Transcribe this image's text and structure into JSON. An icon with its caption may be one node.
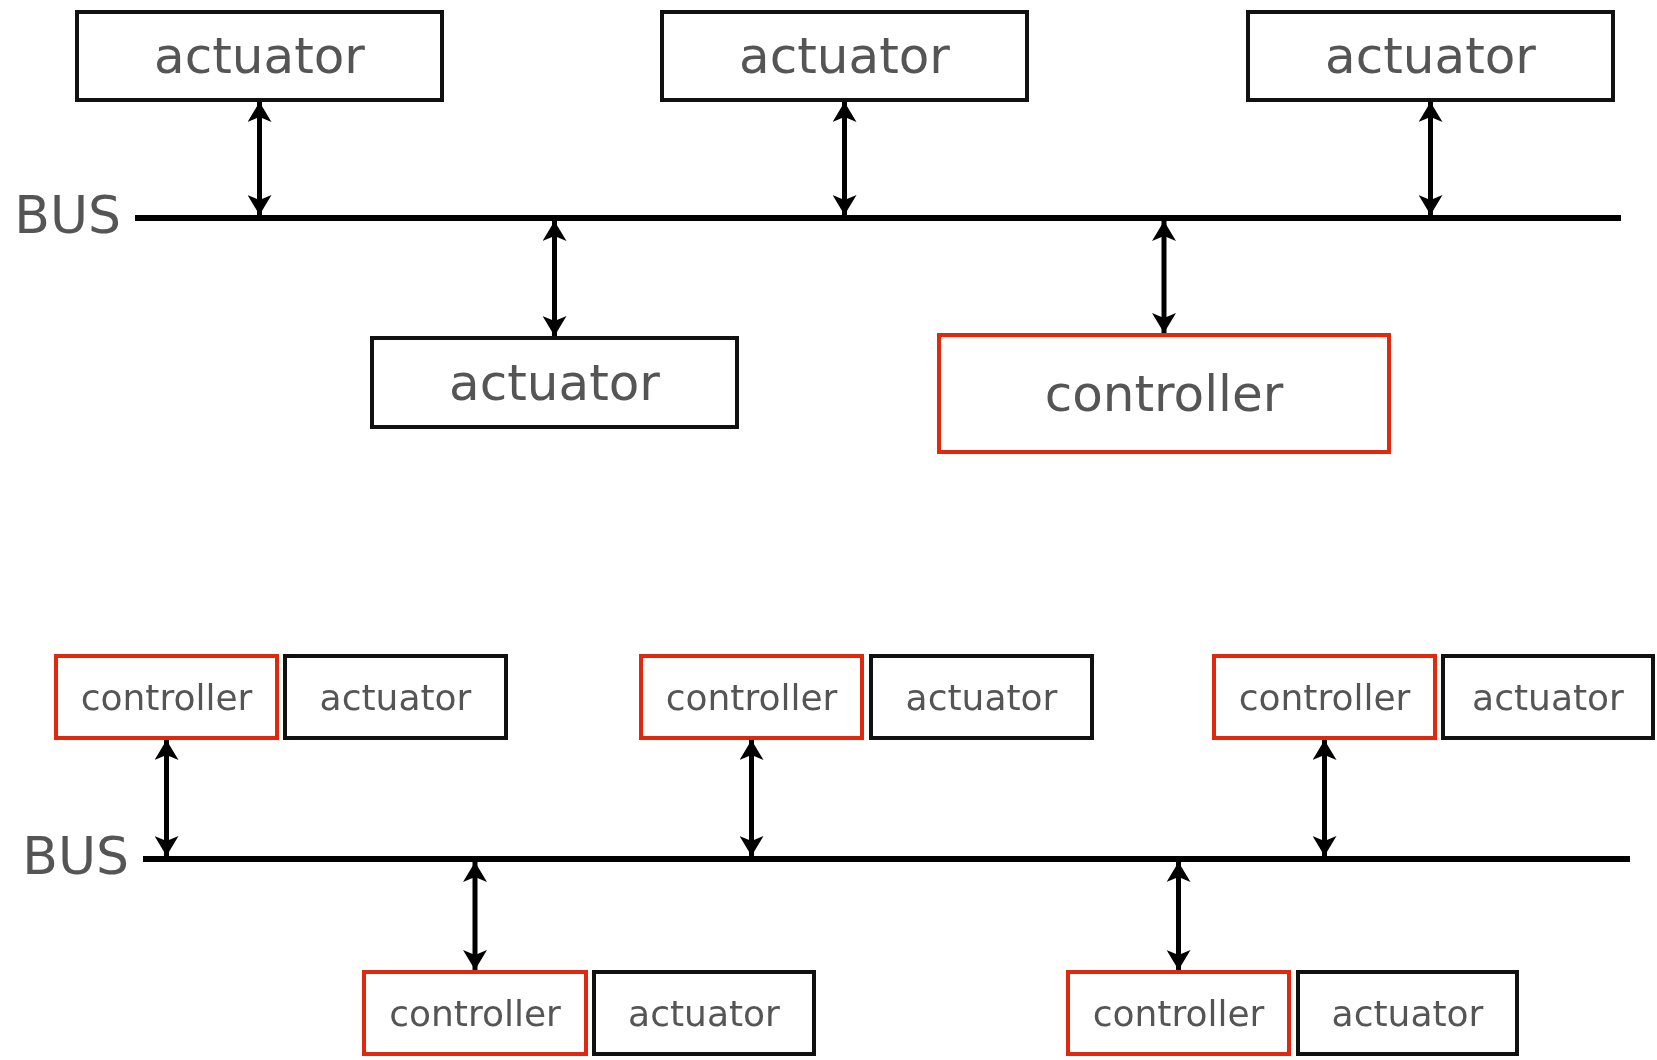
{
  "diagram": {
    "nodes": [
      {
        "text": [
          "actuator"
        ]
      },
      {
        "text": [
          "actuator"
        ]
      },
      {
        "text": [
          "actuator"
        ]
      },
      {
        "text": [],
        "shape": "bar",
        "beside": [
          "BUS"
        ]
      },
      {
        "text": [
          "actuator"
        ]
      },
      {
        "text": [
          "controller"
        ]
      },
      {
        "text": [
          "controller"
        ]
      },
      {
        "text": [
          "actuator"
        ]
      },
      {
        "text": [
          "controller"
        ]
      },
      {
        "text": [
          "actuator"
        ]
      },
      {
        "text": [
          "controller"
        ]
      },
      {
        "text": [
          "actuator"
        ]
      },
      {
        "text": [],
        "shape": "bar",
        "beside": [
          "BUS"
        ]
      },
      {
        "text": [
          "controller"
        ]
      },
      {
        "text": [
          "actuator"
        ]
      },
      {
        "text": [
          "controller"
        ]
      },
      {
        "text": [
          "actuator"
        ]
      }
    ],
    "edges": [
      {
        "from": 0,
        "to": 3,
        "arrow": "both"
      },
      {
        "from": 1,
        "to": 3,
        "arrow": "both"
      },
      {
        "from": 2,
        "to": 3,
        "arrow": "both"
      },
      {
        "from": 4,
        "to": 3,
        "arrow": "both"
      },
      {
        "from": 5,
        "to": 3,
        "arrow": "both"
      },
      {
        "from": 6,
        "to": 12,
        "arrow": "both"
      },
      {
        "from": 8,
        "to": 12,
        "arrow": "both"
      },
      {
        "from": 10,
        "to": 12,
        "arrow": "both"
      },
      {
        "from": 13,
        "to": 12,
        "arrow": "both"
      },
      {
        "from": 15,
        "to": 12,
        "arrow": "both"
      }
    ]
  }
}
